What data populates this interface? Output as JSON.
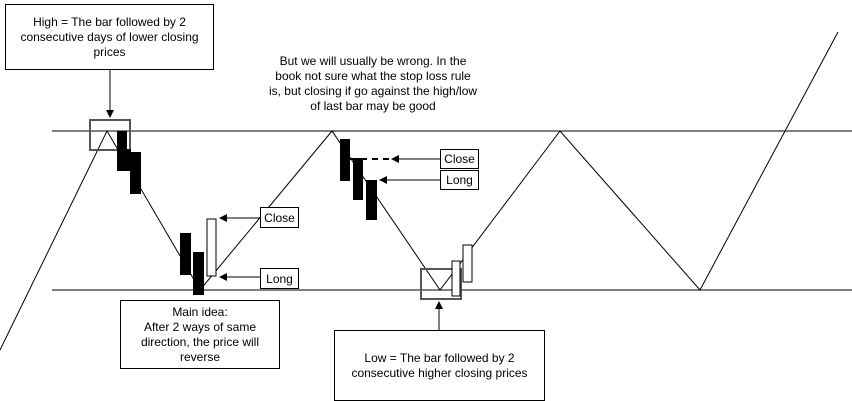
{
  "notes": {
    "high_definition": "High = The bar followed by 2 consecutive days of lower closing prices",
    "wrong_note": "But we will usually be wrong. In the book not sure what the stop loss rule is, but closing if go against the high/low of last bar may be good",
    "main_idea": "Main idea:\nAfter 2 ways of same direction, the price will reverse",
    "low_definition": "Low = The bar followed by 2 consecutive higher closing prices"
  },
  "labels": {
    "close_1": "Close",
    "long_1": "Long",
    "close_2": "Close",
    "long_2": "Long"
  },
  "colors": {
    "line": "#000000",
    "highlight_box": "#555555",
    "bearish_bar": "#000000",
    "bullish_bar": "#ffffff"
  }
}
